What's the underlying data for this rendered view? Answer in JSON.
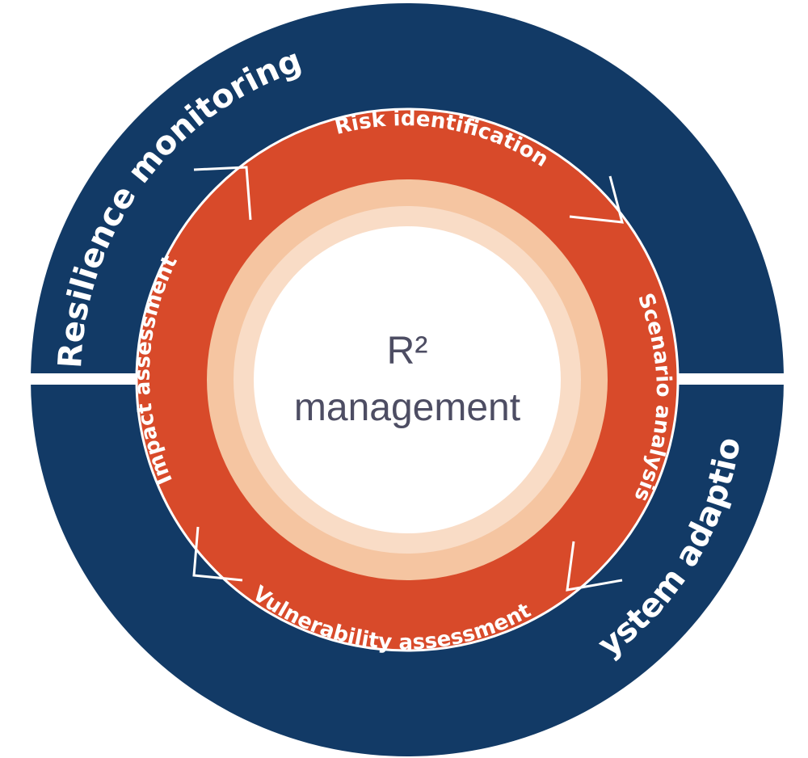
{
  "outer_ring": {
    "top_label": "Resilience monitoring",
    "bottom_label": "System adaption"
  },
  "cycle": {
    "stages": [
      "Risk identification",
      "Scenario analysis",
      "Vulnerability assessment",
      "Impact assessment"
    ]
  },
  "center": {
    "line1": "R²",
    "line2": "management"
  },
  "colors": {
    "navy": "#123a66",
    "orange": "#d84a2a",
    "peach": "#f5c5a1",
    "peach_light": "#f9dcc6",
    "text_dark": "#4d4d63",
    "white": "#ffffff"
  }
}
